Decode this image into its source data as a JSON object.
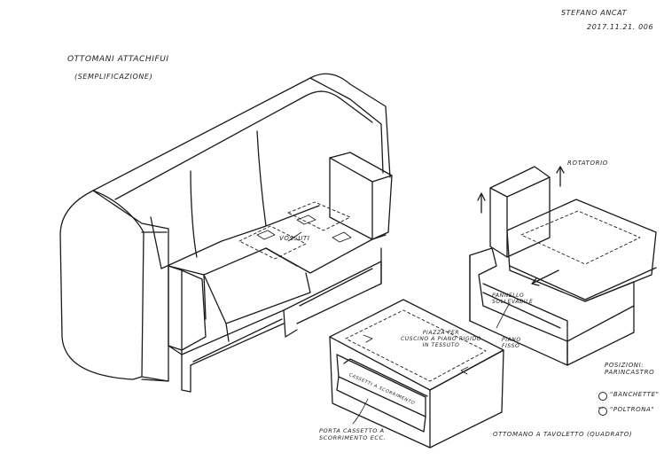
{
  "header": {
    "author": "STEFANO ANCAT",
    "date": "2017.11.21. 006"
  },
  "title": {
    "line1": "OTTOMANI ATTACHIFUI",
    "line2": "(SEMPLIFICAZIONE)"
  },
  "sofa": {
    "label_cushions": "VOSSUTI"
  },
  "ottoman_right": {
    "label_up": "ROTATORIO",
    "label_inner": "PANNELLO\nSOLLEVABILE",
    "label_fixed": "PIANO\nFISSO",
    "positions_title": "POSIZIONI:\nPARINCASTRO",
    "position_1": "\"BANCHETTE\"",
    "position_2": "\"POLTRONA\"",
    "caption": "OTTOMANO A TAVOLETTO (QUADRATO)"
  },
  "coffee_table": {
    "top_label": "PIAZZA PER\nCUSCINO A PIANO RIGIDO\nIN TESSUTO",
    "drawer_text": "CASSETTI A SCORRIMENTO",
    "drawer_label": "PORTA CASSETTO A\nSCORRIMENTO ECC."
  }
}
